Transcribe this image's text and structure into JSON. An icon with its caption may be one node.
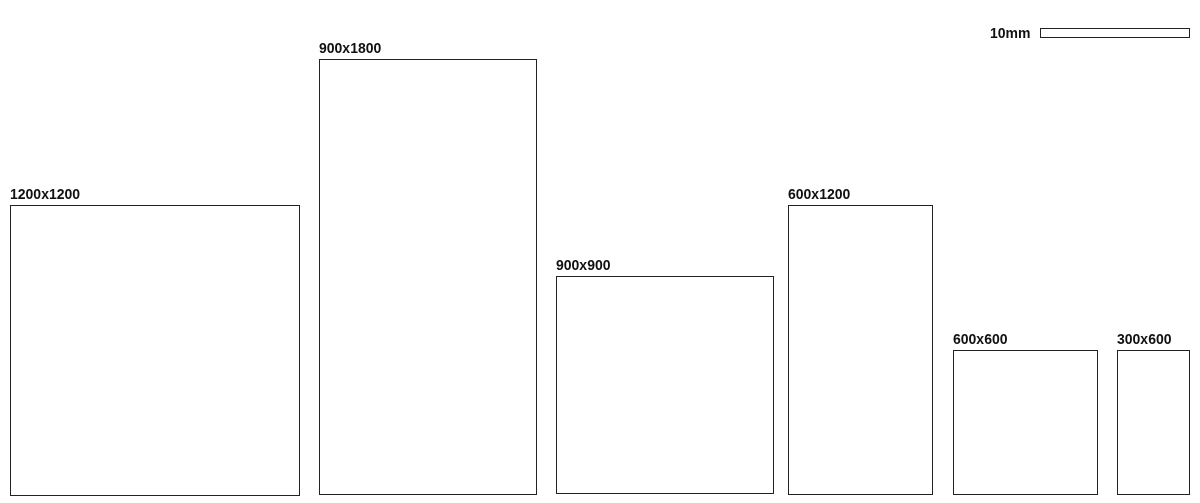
{
  "diagram": {
    "nodes": [
      {
        "text": [
          "1200x1200"
        ]
      },
      {
        "text": [
          "900x1800"
        ]
      },
      {
        "text": [
          "900x900"
        ]
      },
      {
        "text": [
          "600x1200"
        ]
      },
      {
        "text": [
          "600x600"
        ]
      },
      {
        "text": [
          "300x600"
        ]
      }
    ],
    "edges": [],
    "labels": [
      "10mm"
    ]
  }
}
